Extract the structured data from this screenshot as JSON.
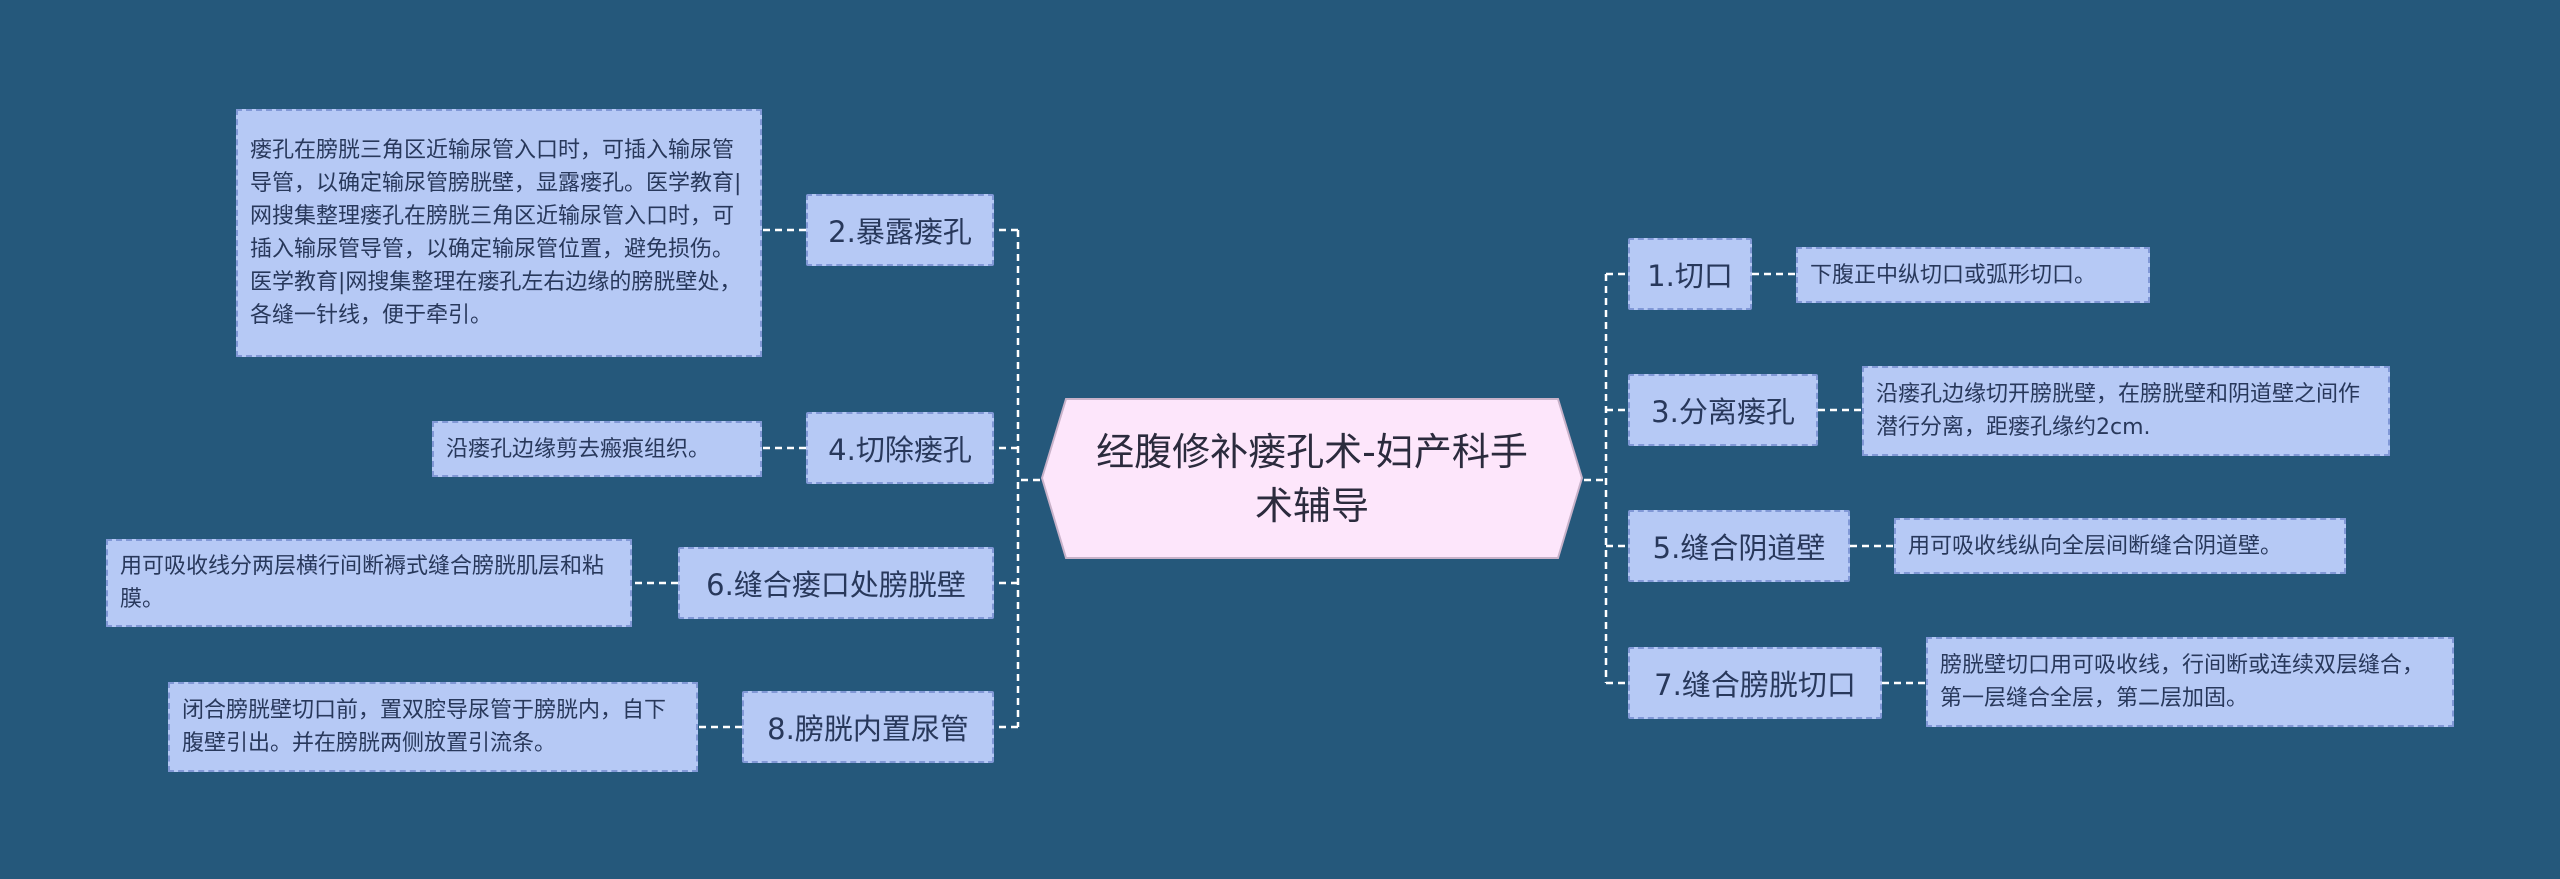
{
  "center": {
    "title": "经腹修补瘘孔术-妇产科手术辅导",
    "fill": "#fde6fb",
    "stroke": "#c8b2c9"
  },
  "colors": {
    "background": "#25587b",
    "node_fill": "#b6c9f5",
    "node_border": "#8198d6",
    "connector": "#ffffff"
  },
  "branches": {
    "b1": {
      "label": "1.切口",
      "detail": "下腹正中纵切口或弧形切口。"
    },
    "b2": {
      "label": "2.暴露瘘孔",
      "detail": "瘘孔在膀胱三角区近输尿管入口时，可插入输尿管导管，以确定输尿管膀胱壁，显露瘘孔。医学教育|网搜集整理瘘孔在膀胱三角区近输尿管入口时，可插入输尿管导管，以确定输尿管位置，避免损伤。医学教育|网搜集整理在瘘孔左右边缘的膀胱壁处，各缝一针线，便于牵引。"
    },
    "b3": {
      "label": "3.分离瘘孔",
      "detail": "沿瘘孔边缘切开膀胱壁，在膀胱壁和阴道壁之间作潜行分离，距瘘孔缘约2cm."
    },
    "b4": {
      "label": "4.切除瘘孔",
      "detail": "沿瘘孔边缘剪去瘢痕组织。"
    },
    "b5": {
      "label": "5.缝合阴道壁",
      "detail": "用可吸收线纵向全层间断缝合阴道壁。"
    },
    "b6": {
      "label": "6.缝合瘘口处膀胱壁",
      "detail": "用可吸收线分两层横行间断褥式缝合膀胱肌层和粘膜。"
    },
    "b7": {
      "label": "7.缝合膀胱切口",
      "detail": "膀胱壁切口用可吸收线，行间断或连续双层缝合，第一层缝合全层，第二层加固。"
    },
    "b8": {
      "label": "8.膀胱内置尿管",
      "detail": "闭合膀胱壁切口前，置双腔导尿管于膀胱内，自下腹壁引出。并在膀胱两侧放置引流条。"
    }
  }
}
